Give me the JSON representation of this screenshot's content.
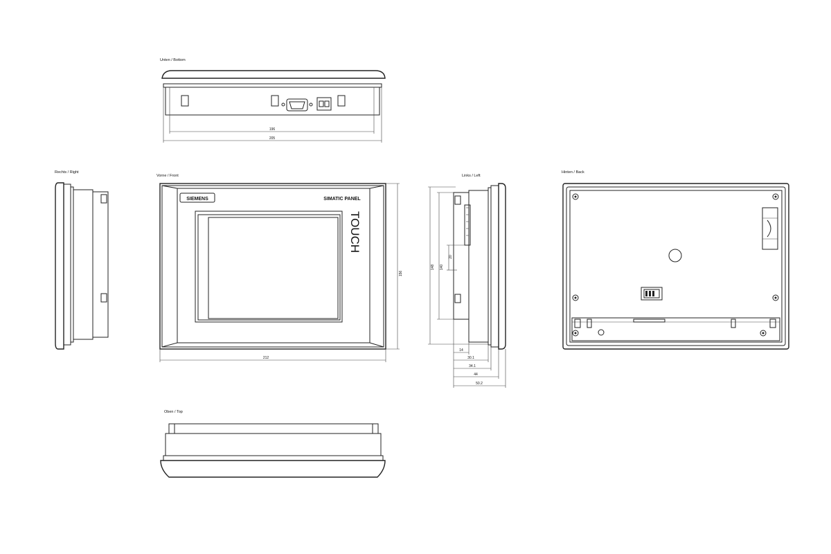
{
  "views": {
    "bottom_label": "Unten / Bottom",
    "right_label": "Rechts / Right",
    "front_label": "Vorne / Front",
    "left_label": "Links / Left",
    "back_label": "Hinten / Back",
    "top_label": "Oben / Top"
  },
  "front": {
    "brand": "SIEMENS",
    "product": "SIMATIC PANEL",
    "vertical_text": "TOUCH"
  },
  "dimensions": {
    "bottom_inner_width": "196",
    "bottom_outer_width": "205",
    "front_width": "212",
    "front_height": "156",
    "left_h1": "140",
    "left_h2": "148",
    "left_h3": "20",
    "left_d1": "14",
    "left_d2": "30.1",
    "left_d3": "34.1",
    "left_d4": "44",
    "left_d5": "50.2"
  }
}
